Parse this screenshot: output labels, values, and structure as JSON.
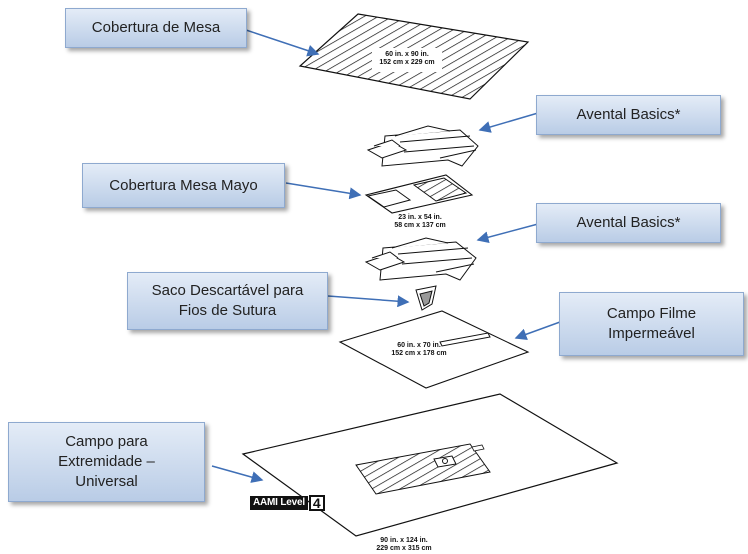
{
  "callouts": {
    "cobertura_mesa": [
      "Cobertura de Mesa"
    ],
    "avental_1": [
      "Avental Basics*"
    ],
    "cobertura_mayo": [
      "Cobertura Mesa Mayo"
    ],
    "avental_2": [
      "Avental Basics*"
    ],
    "saco": [
      "Saco Descartável para",
      "Fios de Sutura"
    ],
    "campo_filme": [
      "Campo Filme",
      "Impermeável"
    ],
    "campo_extremidade": [
      "Campo para",
      "Extremidade –",
      "Universal"
    ]
  },
  "dimensions": {
    "table_cover": [
      "60 in. x 90 in.",
      "152 cm x 229 cm"
    ],
    "mayo_cover": [
      "23 in. x 54 in.",
      "58 cm x 137 cm"
    ],
    "film_drape": [
      "60 in. x 70 in.",
      "152 cm x 178 cm"
    ],
    "extremity_drape": [
      "90 in. x 124 in.",
      "229 cm x 315 cm"
    ]
  },
  "badge": {
    "text": "AAMI Level",
    "level": "4"
  },
  "colors": {
    "callout_top": "#e4ecf7",
    "callout_bottom": "#b9cce6",
    "arrow": "#3f6fb6",
    "line": "#111111"
  }
}
